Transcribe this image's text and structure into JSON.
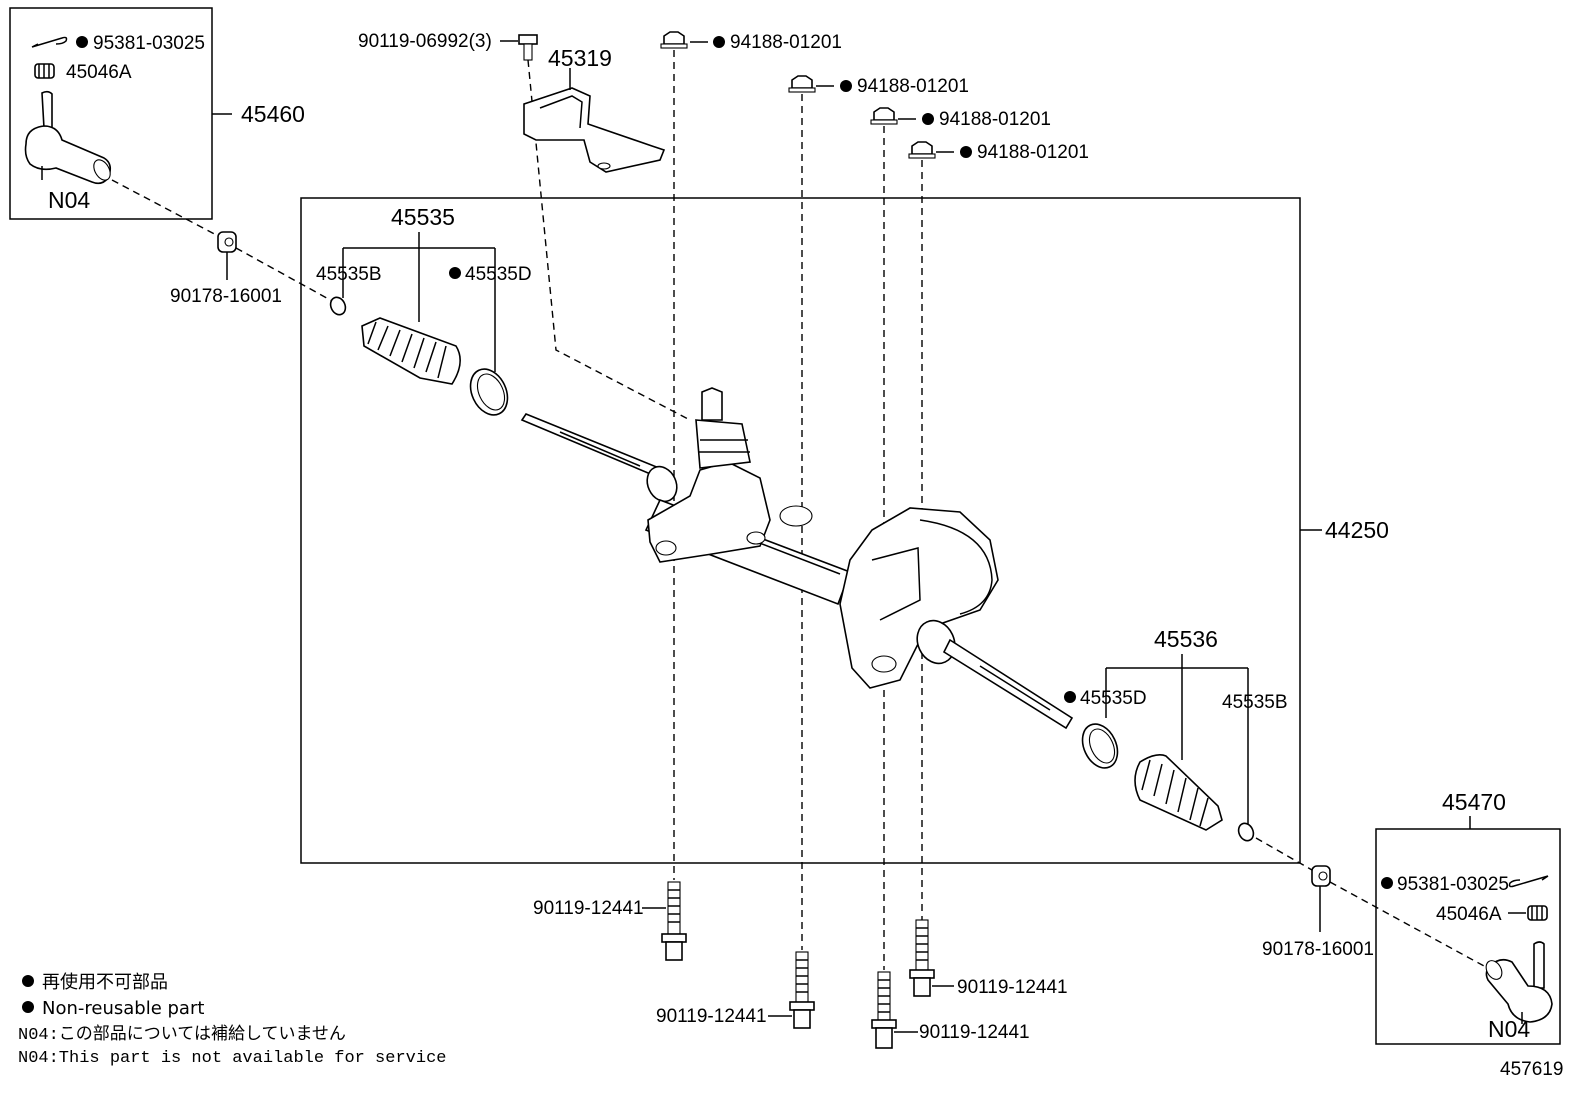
{
  "figure_id": "457619",
  "labels": {
    "tie_rod_end_left_assy": "45460",
    "tie_rod_end_right_assy": "45470",
    "cotter_pin_left": "95381-03025",
    "cotter_pin_right": "95381-03025",
    "nut_left": "45046A",
    "nut_right": "45046A",
    "tie_rod_end_left_note": "N04",
    "tie_rod_end_right_note": "N04",
    "lock_nut_left": "90178-16001",
    "lock_nut_right": "90178-16001",
    "bolt_top": "90119-06992(3)",
    "bracket": "45319",
    "nut_a": "94188-01201",
    "nut_b": "94188-01201",
    "nut_c": "94188-01201",
    "nut_d": "94188-01201",
    "boot_left_group": "45535",
    "clip_left": "45535B",
    "clamp_left": "45535D",
    "boot_right_group": "45536",
    "clip_right": "45535B",
    "clamp_right": "45535D",
    "gear_assy": "44250",
    "bolt_1": "90119-12441",
    "bolt_2": "90119-12441",
    "bolt_3": "90119-12441",
    "bolt_4": "90119-12441"
  },
  "legend": {
    "jp_nonreusable": "再使用不可部品",
    "en_nonreusable": "Non-reusable part",
    "jp_n04": "N04:この部品については補給していません",
    "en_n04": "N04:This part is not available for service"
  }
}
